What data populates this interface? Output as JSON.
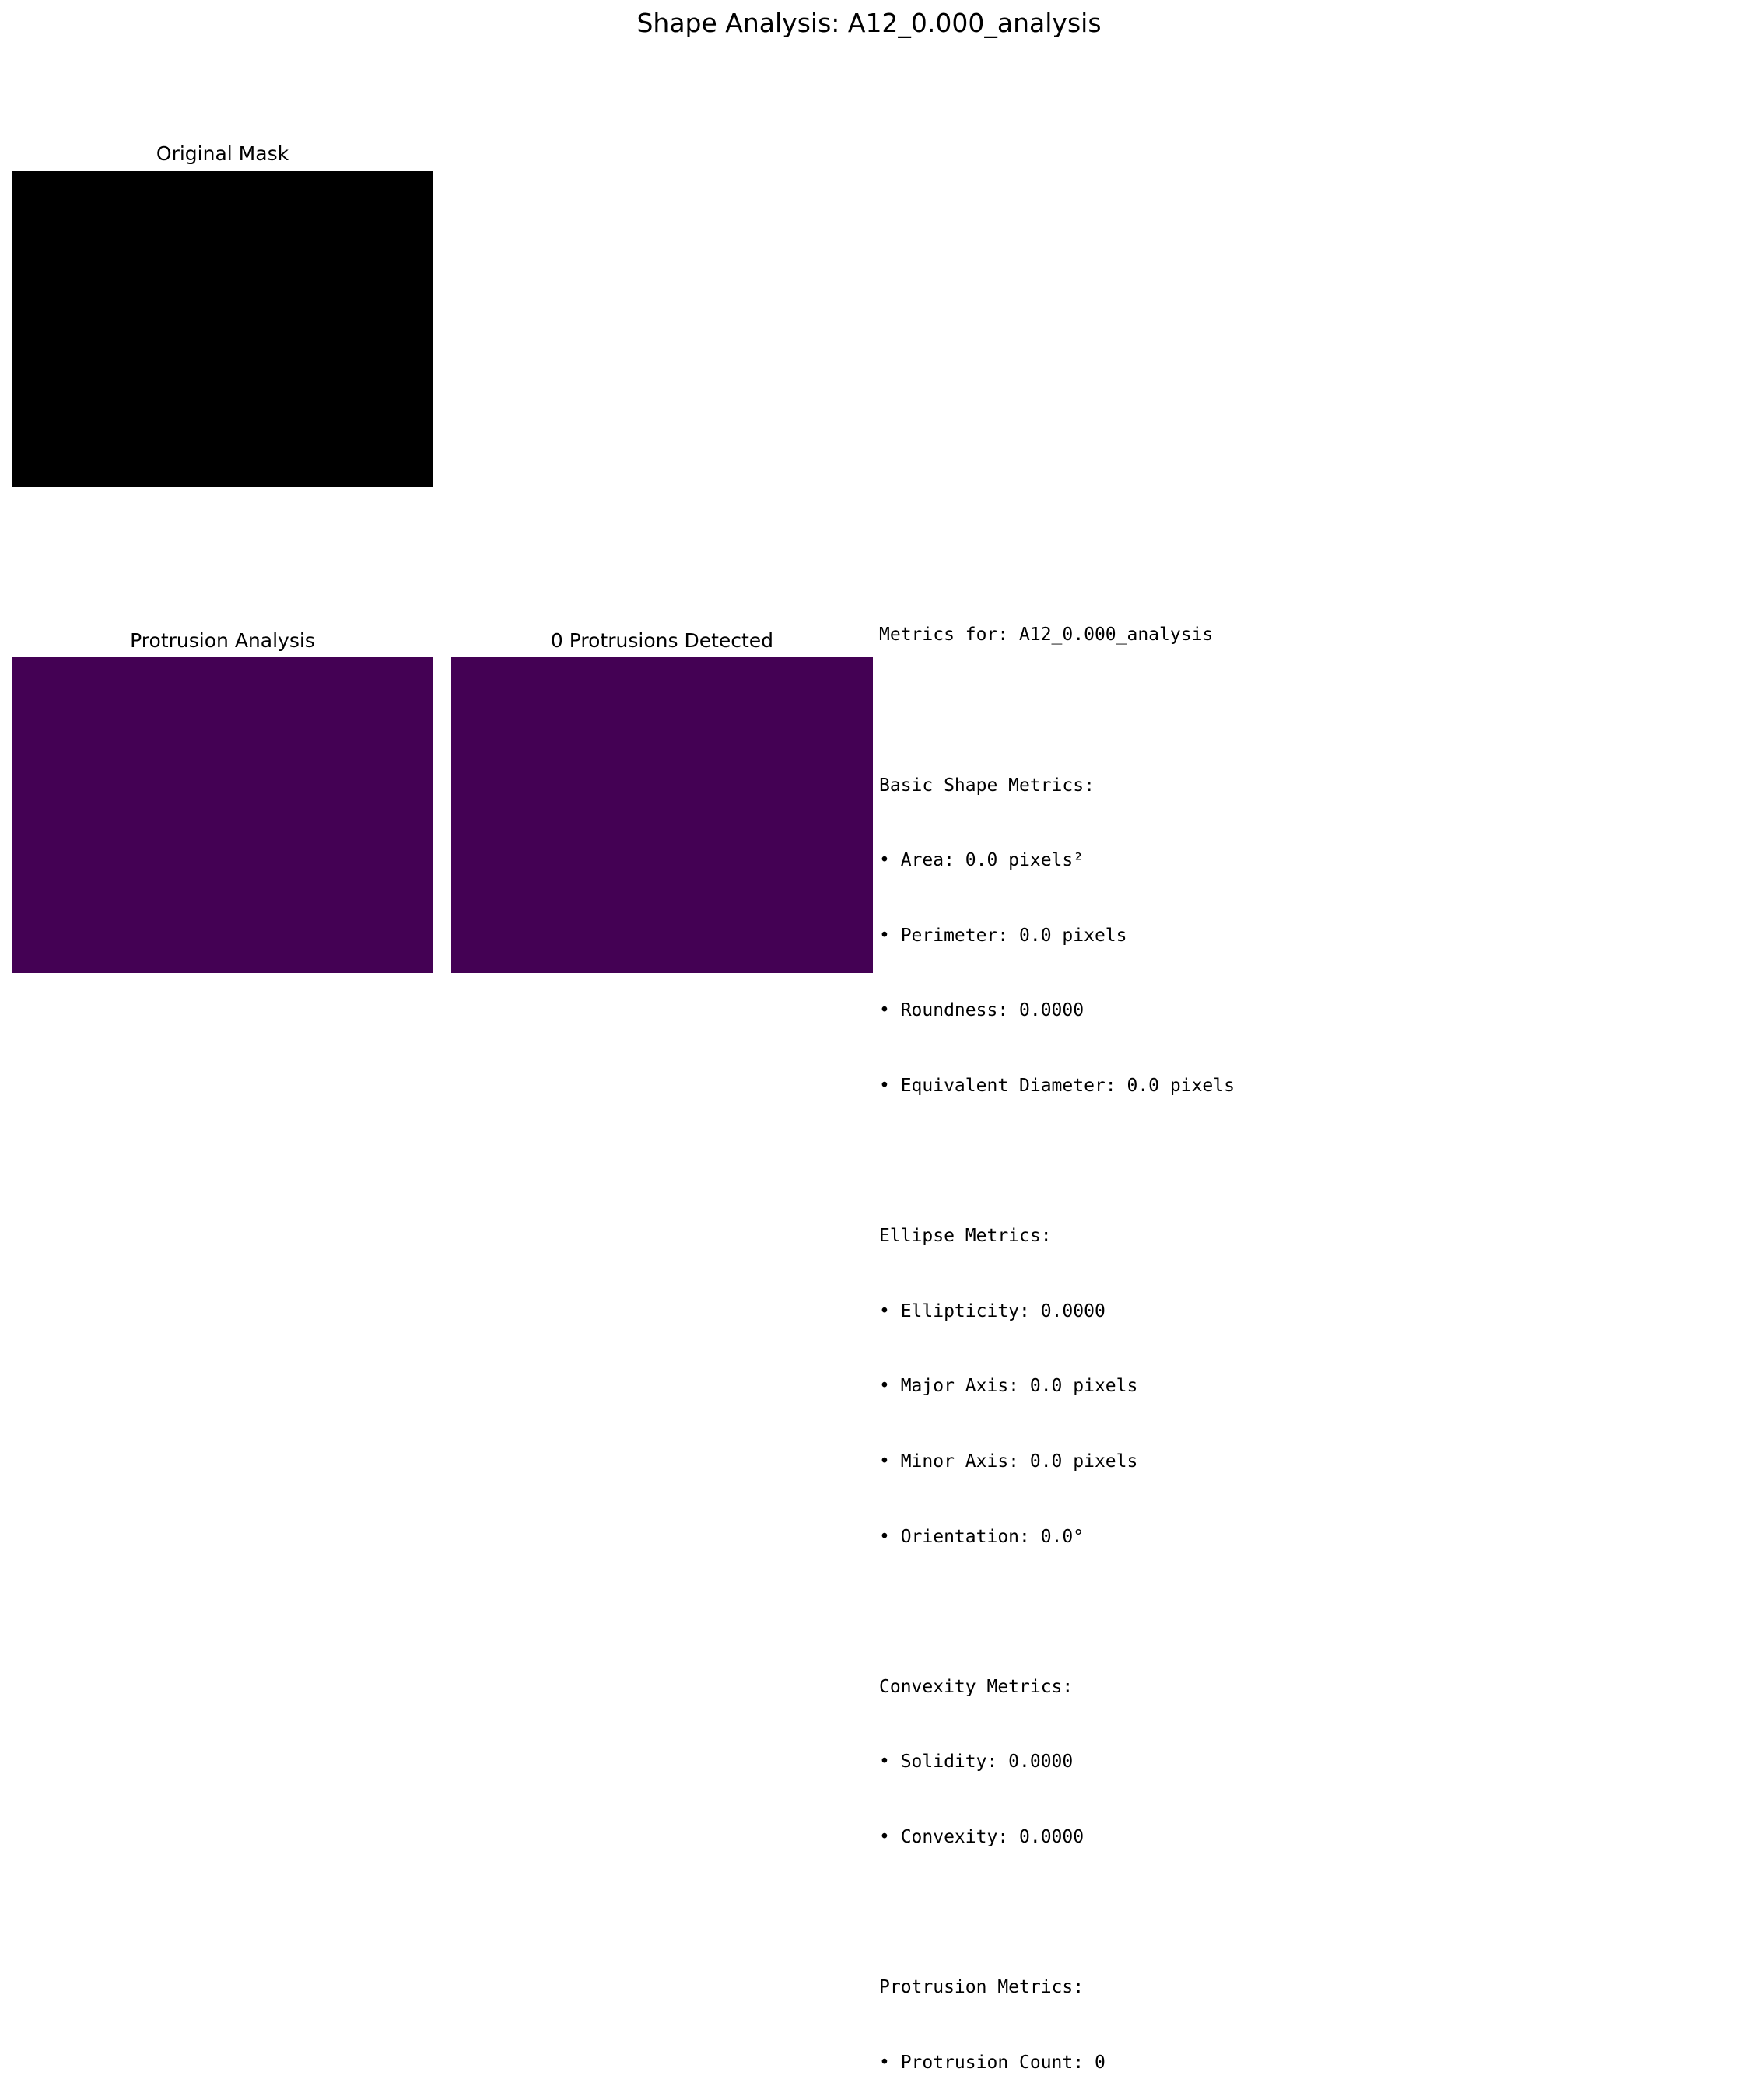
{
  "figure": {
    "title": "Shape Analysis: A12_0.000_analysis"
  },
  "panels": {
    "original_mask": {
      "title": "Original Mask",
      "fill": "#000000"
    },
    "protrusion_analysis": {
      "title": "Protrusion Analysis",
      "fill": "#440154"
    },
    "protrusions_detected": {
      "title": "0 Protrusions Detected",
      "fill": "#440154"
    }
  },
  "metrics": {
    "header": "Metrics for: A12_0.000_analysis",
    "basic": {
      "heading": "Basic Shape Metrics:",
      "area": "• Area: 0.0 pixels²",
      "perimeter": "• Perimeter: 0.0 pixels",
      "roundness": "• Roundness: 0.0000",
      "equivalent_diameter": "• Equivalent Diameter: 0.0 pixels"
    },
    "ellipse": {
      "heading": "Ellipse Metrics:",
      "ellipticity": "• Ellipticity: 0.0000",
      "major_axis": "• Major Axis: 0.0 pixels",
      "minor_axis": "• Minor Axis: 0.0 pixels",
      "orientation": "• Orientation: 0.0°"
    },
    "convexity": {
      "heading": "Convexity Metrics:",
      "solidity": "• Solidity: 0.0000",
      "convexity": "• Convexity: 0.0000"
    },
    "protrusion": {
      "heading": "Protrusion Metrics:",
      "count": "• Protrusion Count: 0"
    }
  }
}
